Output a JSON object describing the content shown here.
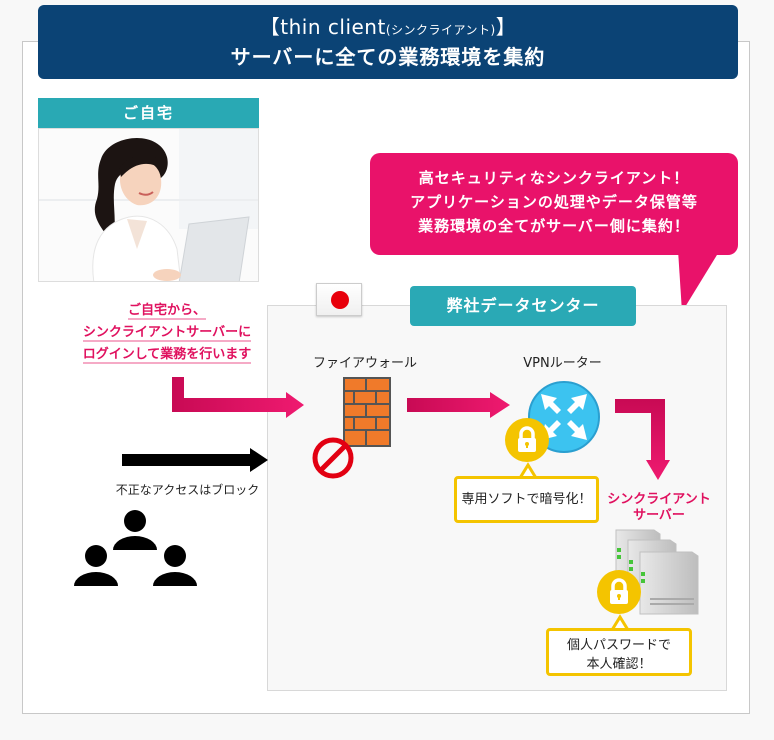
{
  "header": {
    "title_prefix": "【thin client",
    "title_kana": "(シンクライアント)",
    "title_suffix": "】",
    "subtitle": "サーバーに全ての業務環境を集約"
  },
  "home": {
    "label": "ご自宅",
    "photo_alt": "woman-using-laptop",
    "caption_lines": [
      "ご自宅から、",
      "シンクライアントサーバーに",
      "ログインして業務を行います"
    ]
  },
  "callout_bubble": {
    "lines": [
      "高セキュリティなシンクライアント！",
      "アプリケーションの処理やデータ保管等",
      "業務環境の全てがサーバー側に集約！"
    ]
  },
  "datacenter": {
    "label": "弊社データセンター",
    "flag": "japan-flag",
    "firewall": {
      "label": "ファイアウォール",
      "icon": "brick-wall-icon"
    },
    "vpn_router": {
      "label": "VPNルーター",
      "icon": "router-icon",
      "note": "専用ソフトで暗号化！"
    },
    "server": {
      "label_lines": [
        "シンクライアント",
        "サーバー"
      ],
      "icon": "server-rack-icon",
      "note_lines": [
        "個人パスワードで",
        "本人確認！"
      ]
    }
  },
  "unauthorized": {
    "label": "不正なアクセスはブロック",
    "icon": "users-group-icon"
  },
  "colors": {
    "navy": "#0b4375",
    "teal": "#29a9b4",
    "pink": "#e9126a",
    "yellow": "#f4c400",
    "router_blue": "#3cc3f0",
    "brick_orange": "#f07a2a",
    "block_red": "#e20012"
  }
}
